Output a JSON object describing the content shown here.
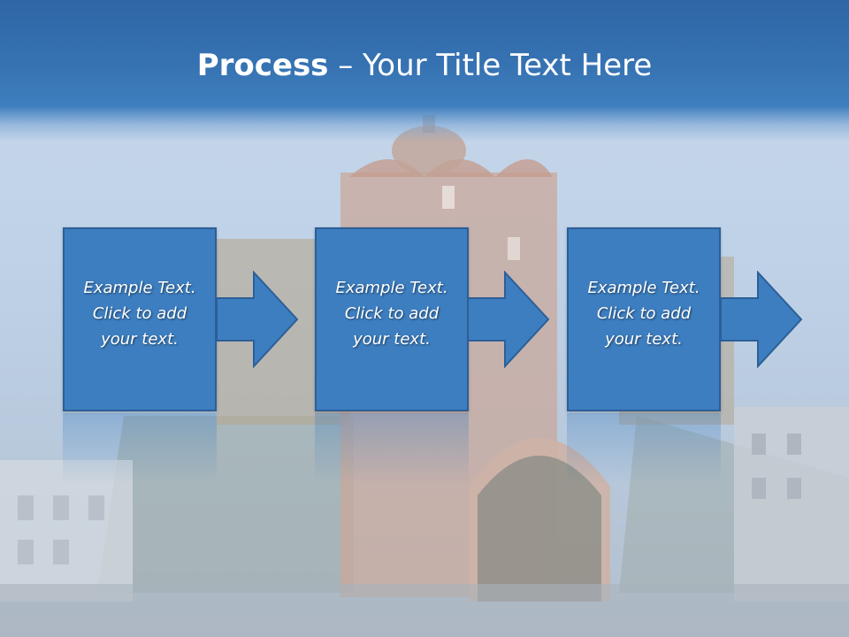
{
  "title": {
    "bold": "Process",
    "rest": " – Your Title Text Here"
  },
  "steps": [
    {
      "text": "Example Text.\nClick  to add\nyour text."
    },
    {
      "text": "Example Text.\nClick  to add\nyour text."
    },
    {
      "text": "Example Text.\nClick  to add\nyour text."
    }
  ],
  "colors": {
    "title_bar": "#3672b2",
    "box_fill": "#3d7ec0",
    "box_border": "#2c5f97"
  },
  "icons": [
    "right-arrow-icon"
  ]
}
